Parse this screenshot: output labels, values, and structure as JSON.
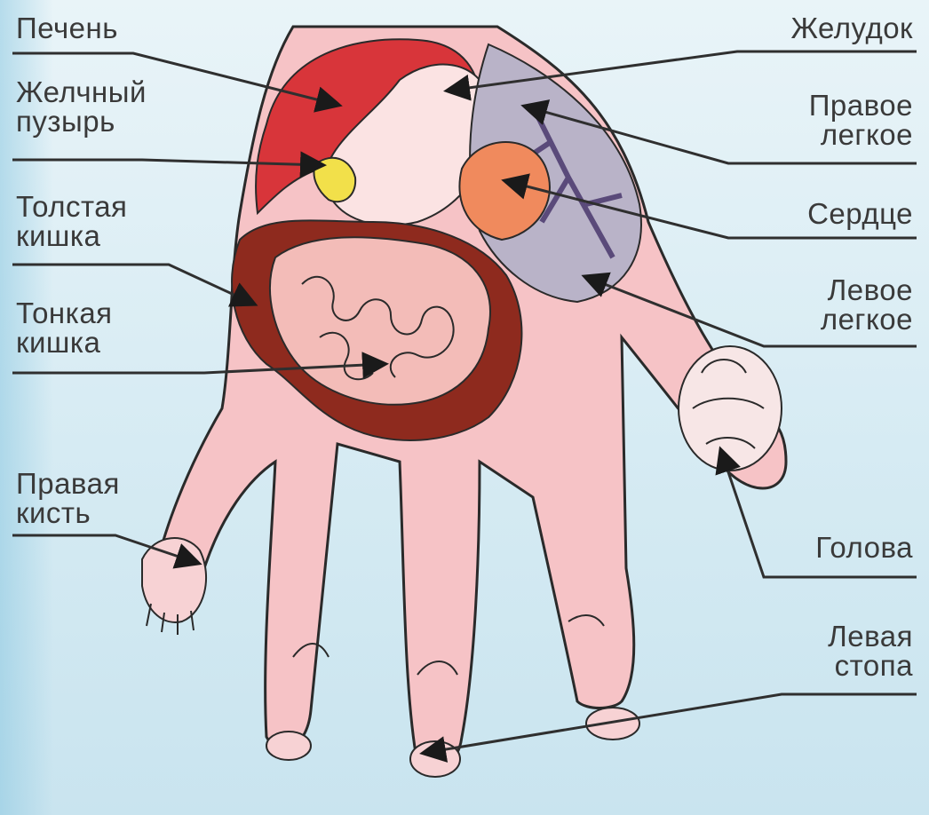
{
  "labels": {
    "liver": "Печень",
    "gallbladder_1": "Желчный",
    "gallbladder_2": "пузырь",
    "colon_1": "Толстая",
    "colon_2": "кишка",
    "small_intestine_1": "Тонкая",
    "small_intestine_2": "кишка",
    "right_hand_1": "Правая",
    "right_hand_2": "кисть",
    "stomach": "Желудок",
    "right_lung_1": "Правое",
    "right_lung_2": "легкое",
    "heart": "Сердце",
    "left_lung_1": "Левое",
    "left_lung_2": "легкое",
    "head": "Голова",
    "left_foot_1": "Левая",
    "left_foot_2": "стопа"
  },
  "colors": {
    "skin": "#f6c3c6",
    "outline": "#2a2a2a",
    "liver": "#d8353a",
    "stomach": "#fbe3e3",
    "gallbladder": "#f2e04a",
    "colon": "#8e2a1e",
    "small_intestine": "#f3bcb8",
    "heart": "#f08a5d",
    "lungs": "#5a4a7a",
    "leader_line": "#2f2f2f"
  }
}
